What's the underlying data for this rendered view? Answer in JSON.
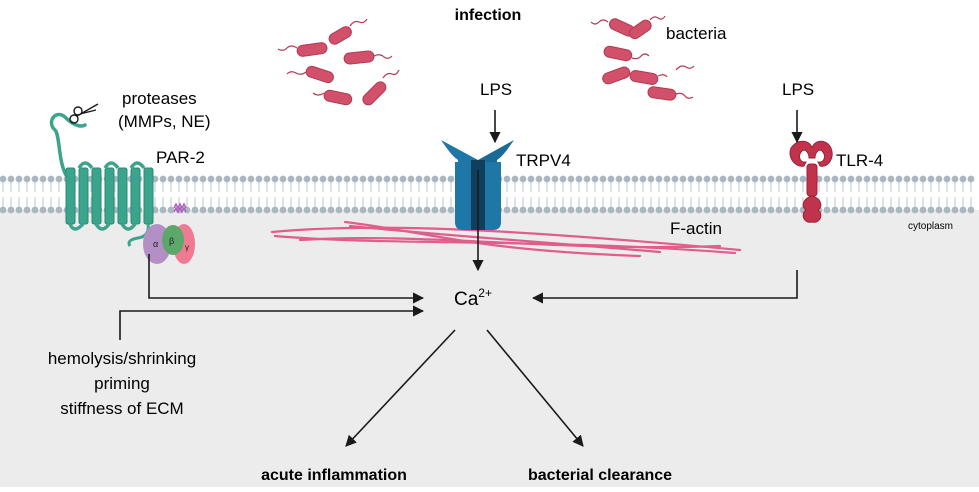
{
  "labels": {
    "infection": "infection",
    "bacteria": "bacteria",
    "lps_left": "LPS",
    "lps_right": "LPS",
    "proteases_line1": "proteases",
    "proteases_line2": "(MMPs, NE)",
    "par2": "PAR-2",
    "trpv4": "TRPV4",
    "tlr4": "TLR-4",
    "f_actin": "F-actin",
    "cytoplasm": "cytoplasm",
    "ca_base": "Ca",
    "ca_charge": "2+",
    "stimuli_line1": "hemolysis/shrinking",
    "stimuli_line2": "priming",
    "stimuli_line3": "stiffness of ECM",
    "g_alpha": "α",
    "g_beta": "β",
    "g_gamma": "γ",
    "outcome_left": "acute inflammation",
    "outcome_right": "bacterial clearance"
  },
  "colors": {
    "background": "#ffffff",
    "cytoplasm": "#ececed",
    "membrane_head": "#a8b7c2",
    "membrane_tail": "#c9d3da",
    "par2": "#3aa58c",
    "trpv4": "#1f77a8",
    "trpv4_dark": "#0f3f5c",
    "tlr4": "#c0334b",
    "bacteria": "#d2506a",
    "actin": "#e0457a",
    "g_alpha": "#b48fc6",
    "g_beta": "#5ca86a",
    "g_gamma": "#f07a92",
    "arrow": "#1a1a1a"
  }
}
